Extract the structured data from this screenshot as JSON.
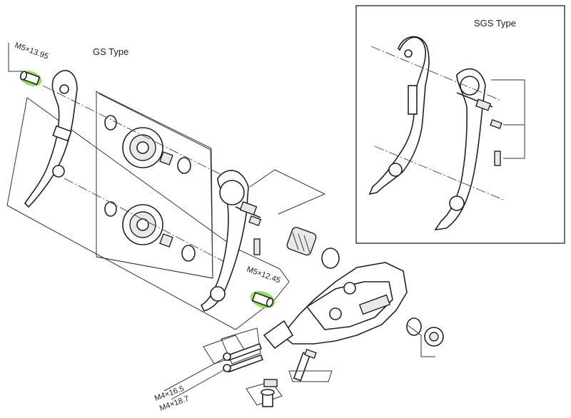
{
  "labels": {
    "gs_type": "GS Type",
    "sgs_type": "SGS Type",
    "bolt_m5_1395": "M5×13.95",
    "bolt_m5_1245": "M5×12.45",
    "bolt_m4_165": "M4×16.5",
    "bolt_m4_187": "M4×18.7"
  },
  "colors": {
    "highlight": "#7ddc3c",
    "line": "#222222",
    "background": "#ffffff"
  }
}
